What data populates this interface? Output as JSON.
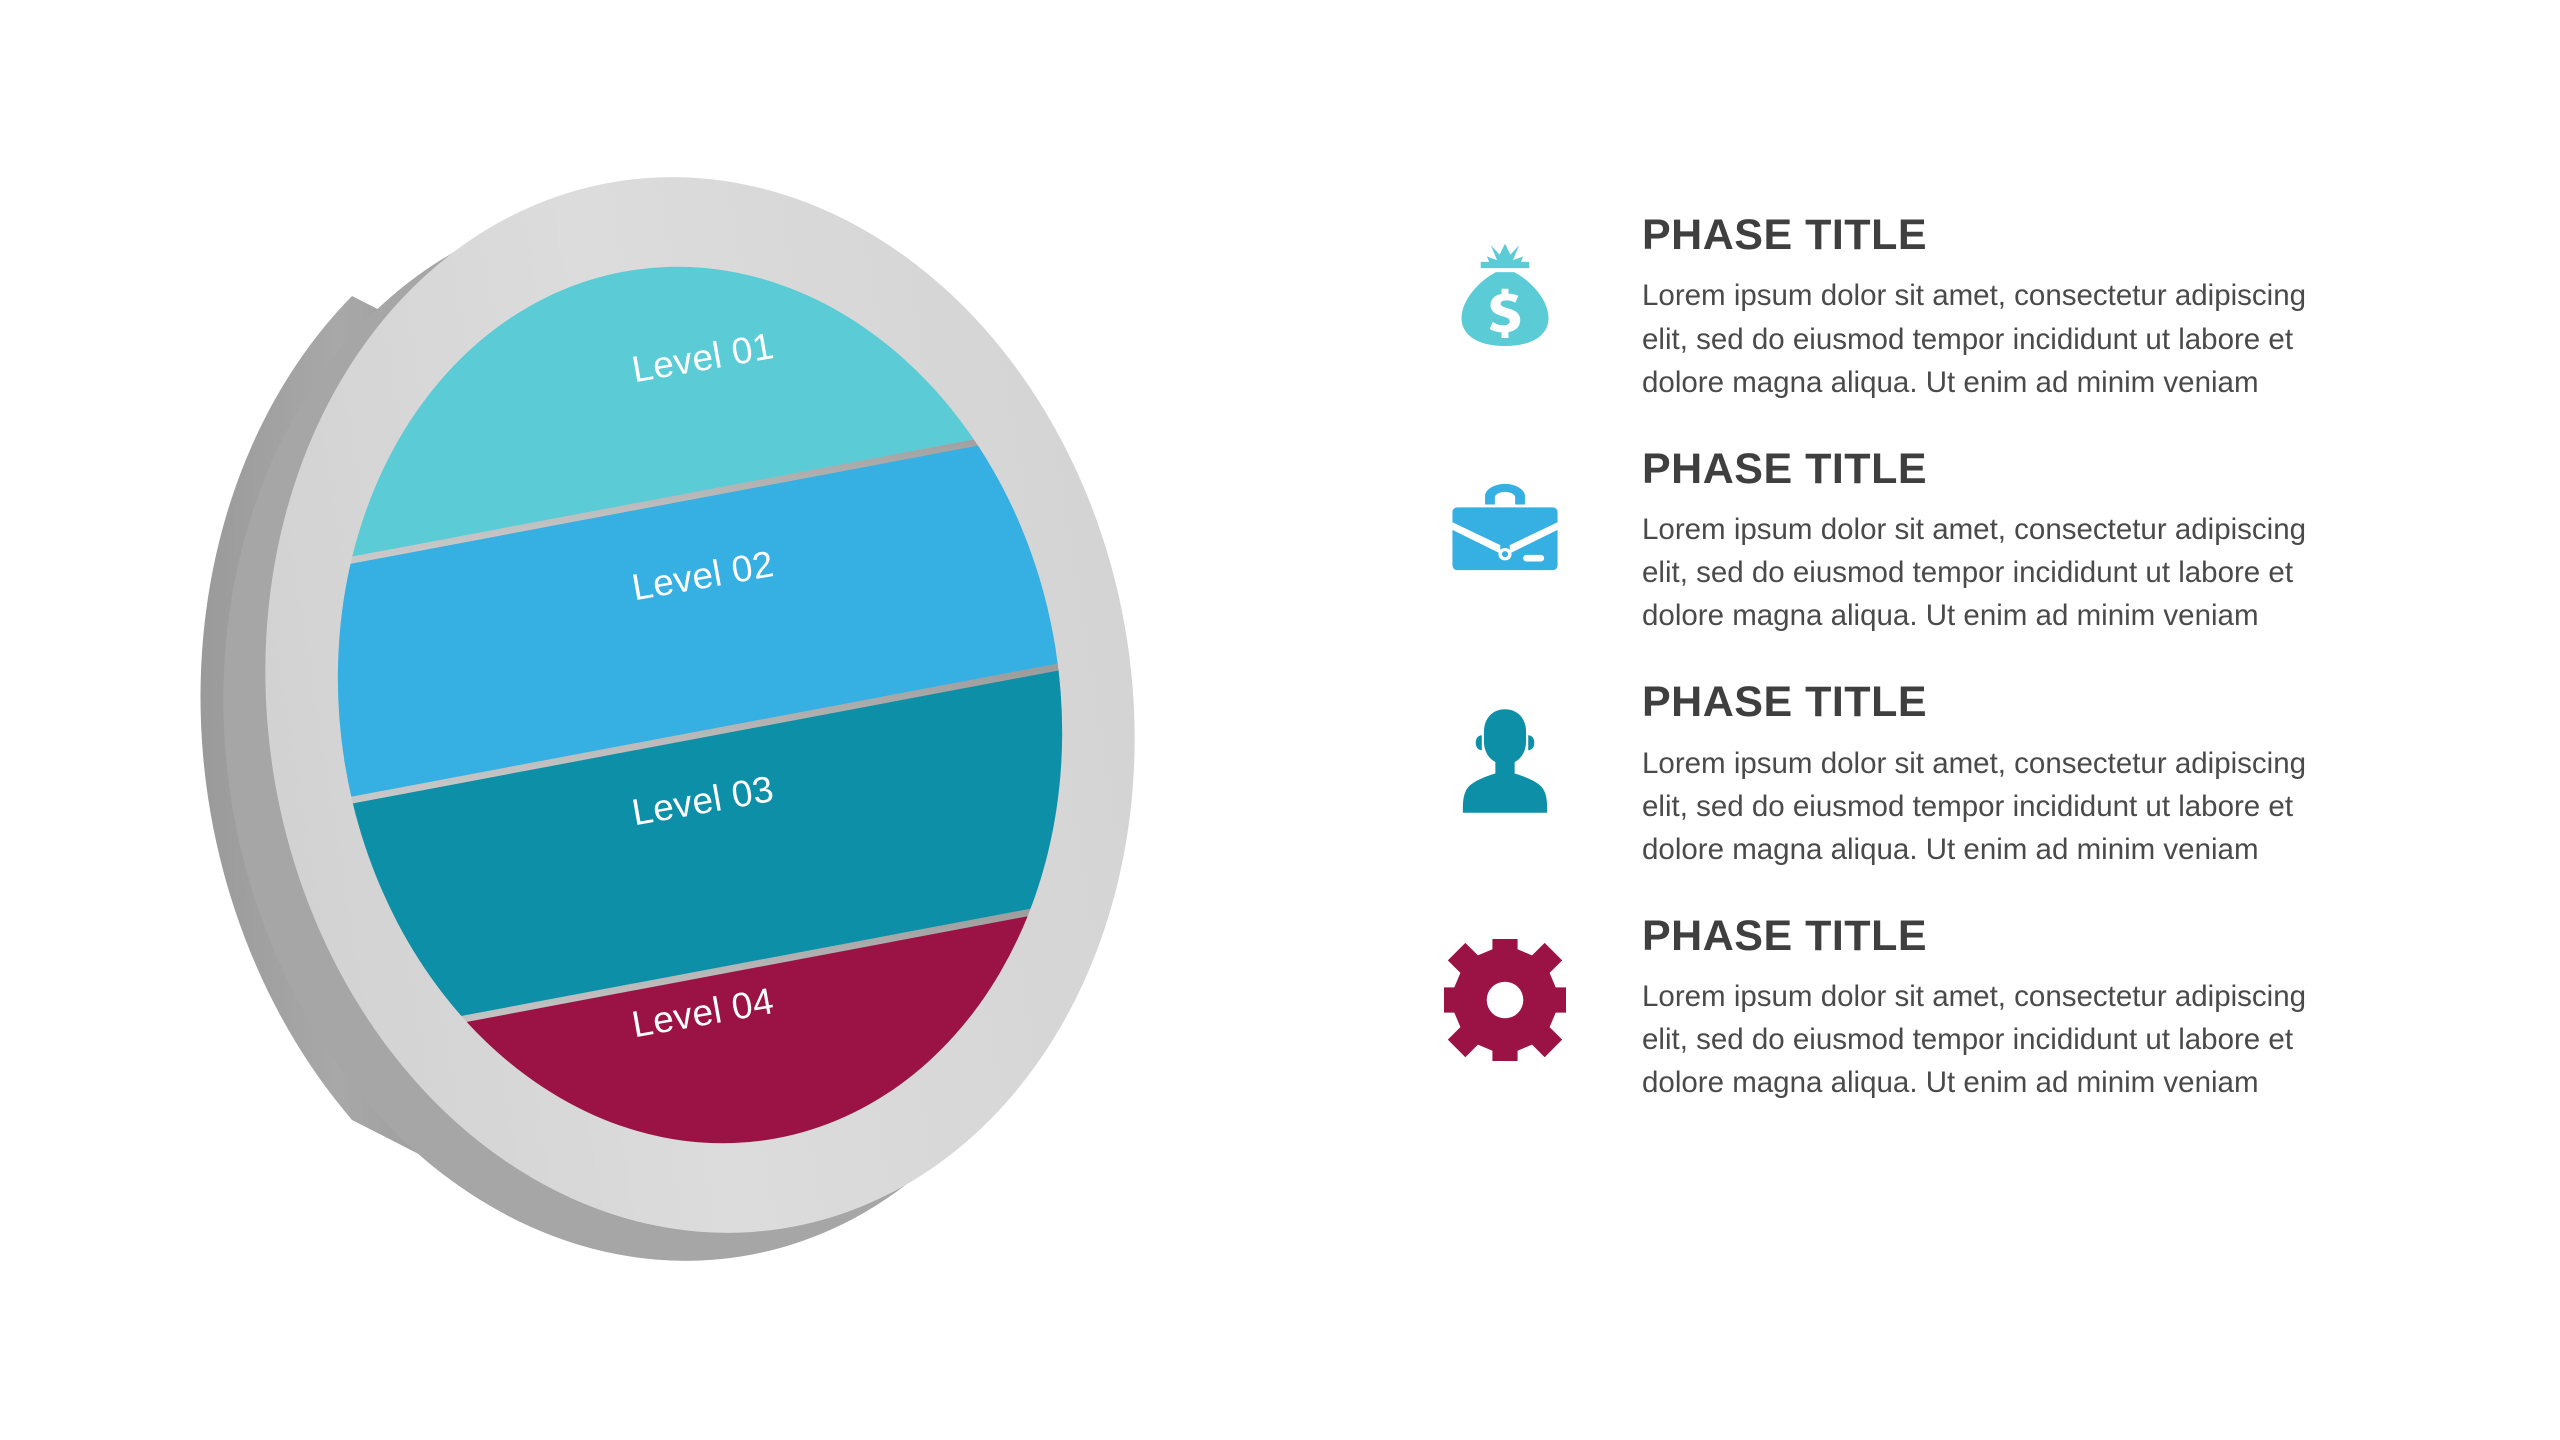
{
  "colors": {
    "background": "#ffffff",
    "disc_edge_dark": "#a6a6a6",
    "disc_ring_light": "#d9d9d9",
    "level_01": "#5bcbd6",
    "level_02": "#36afe2",
    "level_03": "#0e8fa8",
    "level_04": "#9b1345",
    "title_text": "#3f3f3f",
    "body_text": "#4a4a4a",
    "label_text": "#ffffff"
  },
  "diagram": {
    "name": "layered-disc-4-levels",
    "levels": [
      {
        "label": "Level 01",
        "color": "#5bcbd6"
      },
      {
        "label": "Level 02",
        "color": "#36afe2"
      },
      {
        "label": "Level 03",
        "color": "#0e8fa8"
      },
      {
        "label": "Level 04",
        "color": "#9b1345"
      }
    ]
  },
  "phases": [
    {
      "icon": "money-bag-icon",
      "icon_color": "#5bcbd6",
      "title": "PHASE TITLE",
      "body_line_1": "Lorem ipsum dolor sit amet, consectetur adipiscing",
      "body_line_2": "elit, sed do eiusmod tempor incididunt ut labore et",
      "body_line_3": "dolore magna aliqua. Ut enim ad minim veniam"
    },
    {
      "icon": "briefcase-icon",
      "icon_color": "#36afe2",
      "title": "PHASE TITLE",
      "body_line_1": "Lorem ipsum dolor sit amet, consectetur adipiscing",
      "body_line_2": "elit, sed do eiusmod tempor incididunt ut labore et",
      "body_line_3": "dolore magna aliqua. Ut enim ad minim veniam"
    },
    {
      "icon": "person-icon",
      "icon_color": "#0e8fa8",
      "title": "PHASE TITLE",
      "body_line_1": "Lorem ipsum dolor sit amet, consectetur adipiscing",
      "body_line_2": "elit, sed do eiusmod tempor incididunt ut labore et",
      "body_line_3": "dolore magna aliqua. Ut enim ad minim veniam"
    },
    {
      "icon": "gear-icon",
      "icon_color": "#9b1345",
      "title": "PHASE TITLE",
      "body_line_1": "Lorem ipsum dolor sit amet, consectetur adipiscing",
      "body_line_2": "elit, sed do eiusmod tempor incididunt ut labore et",
      "body_line_3": "dolore magna aliqua. Ut enim ad minim veniam"
    }
  ],
  "chart_data": {
    "type": "pie",
    "title": "",
    "subtitle": "",
    "xlabel": "",
    "ylabel": "",
    "legend_position": "right",
    "grid": false,
    "categories": [
      "Level 01",
      "Level 02",
      "Level 03",
      "Level 04"
    ],
    "values": [
      25,
      25,
      25,
      25
    ],
    "series": [
      {
        "name": "Levels",
        "values": [
          25,
          25,
          25,
          25
        ]
      }
    ],
    "colors": [
      "#5bcbd6",
      "#36afe2",
      "#0e8fa8",
      "#9b1345"
    ],
    "annotations": [
      "Level 01",
      "Level 02",
      "Level 03",
      "Level 04"
    ]
  }
}
